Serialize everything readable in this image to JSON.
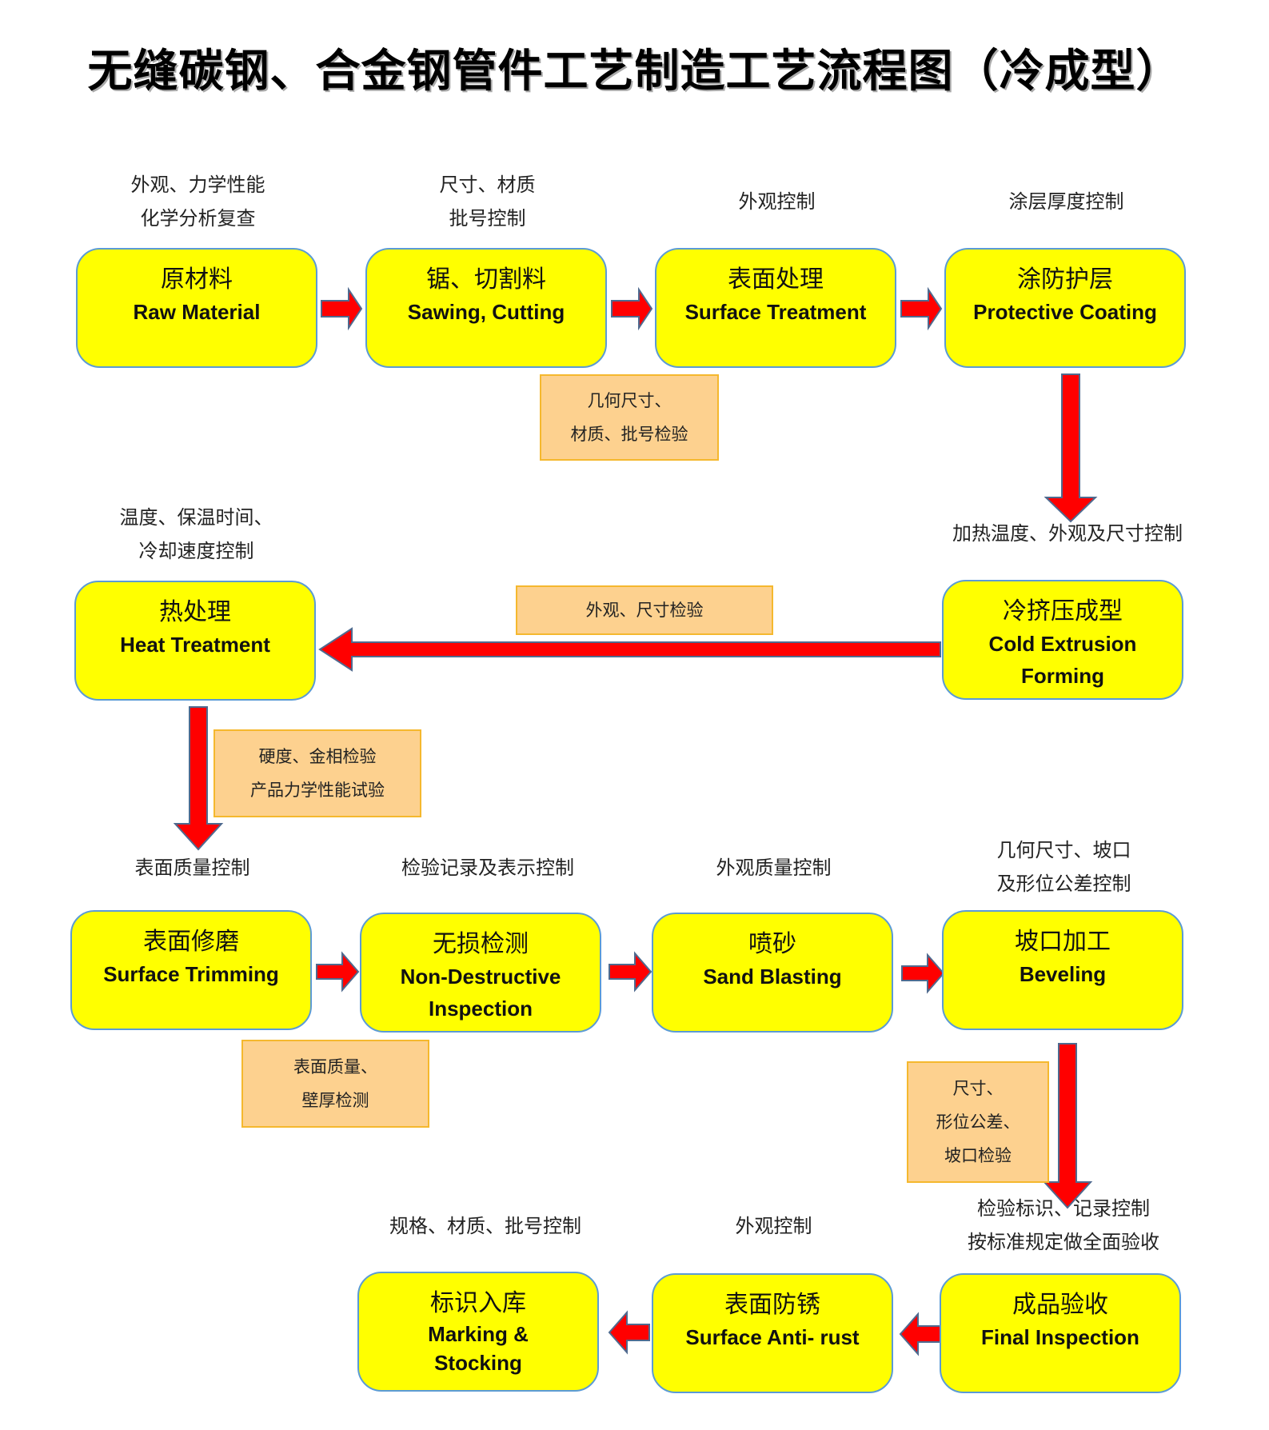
{
  "title": "无缝碳钢、合金钢管件工艺制造工艺流程图（冷成型）",
  "colors": {
    "node_fill": "#ffff00",
    "node_border": "#5b9bd5",
    "arrow_fill": "#ff0000",
    "arrow_border": "#4f6a8f",
    "inspection_fill": "#fdd18f",
    "inspection_border": "#f5b82e"
  },
  "steps": [
    {
      "zh": "原材料",
      "en": "Raw Material",
      "control": [
        "外观、力学性能",
        "化学分析复查"
      ]
    },
    {
      "zh": "锯、切割料",
      "en": "Sawing, Cutting",
      "control": [
        "尺寸、材质",
        "批号控制"
      ]
    },
    {
      "zh": "表面处理",
      "en": "Surface Treatment",
      "control": [
        "外观控制"
      ]
    },
    {
      "zh": "涂防护层",
      "en": "Protective Coating",
      "control": [
        "涂层厚度控制"
      ]
    },
    {
      "zh": "冷挤压成型",
      "en": "Cold Extrusion Forming",
      "control": [
        "加热温度、外观及尺寸控制"
      ]
    },
    {
      "zh": "热处理",
      "en": "Heat Treatment",
      "control": [
        "温度、保温时间、",
        "冷却速度控制"
      ]
    },
    {
      "zh": "表面修磨",
      "en": "Surface Trimming",
      "control": [
        "表面质量控制"
      ]
    },
    {
      "zh": "无损检测",
      "en": "Non-Destructive Inspection",
      "control": [
        "检验记录及表示控制"
      ]
    },
    {
      "zh": "喷砂",
      "en": "Sand Blasting",
      "control": [
        "外观质量控制"
      ]
    },
    {
      "zh": "坡口加工",
      "en": "Beveling",
      "control": [
        "几何尺寸、坡口",
        "及形位公差控制"
      ]
    },
    {
      "zh": "成品验收",
      "en": "Final Inspection",
      "control": [
        "检验标识、记录控制",
        "按标准规定做全面验收"
      ]
    },
    {
      "zh": "表面防锈",
      "en": "Surface Anti- rust",
      "control": [
        "外观控制"
      ]
    },
    {
      "zh": "标识入库",
      "en": "Marking & Stocking",
      "control": [
        "规格、材质、批号控制"
      ]
    }
  ],
  "inspections": [
    {
      "lines": [
        "几何尺寸、",
        "材质、批号检验"
      ]
    },
    {
      "lines": [
        "外观、尺寸检验"
      ]
    },
    {
      "lines": [
        "硬度、金相检验",
        "产品力学性能试验"
      ]
    },
    {
      "lines": [
        "表面质量、",
        "壁厚检测"
      ]
    },
    {
      "lines": [
        "尺寸、",
        "形位公差、",
        "坡口检验"
      ]
    }
  ]
}
